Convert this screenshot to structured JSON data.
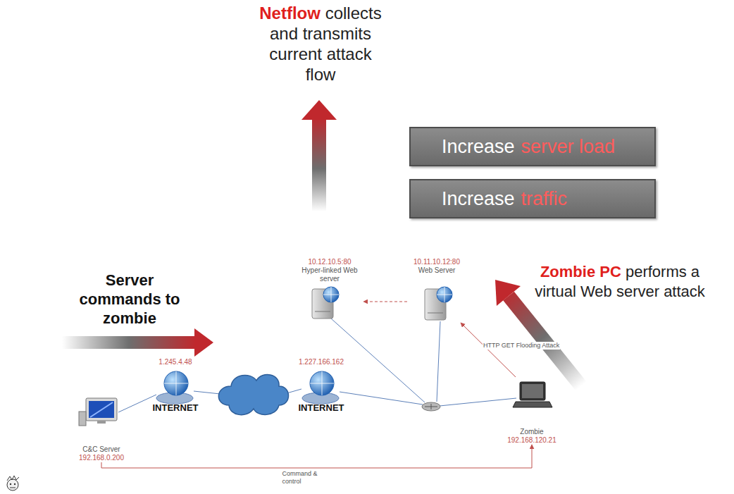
{
  "diagram": {
    "nodes": [
      {
        "text": [
          "Increase",
          "server load"
        ]
      },
      {
        "text": [
          "Increase",
          "traffic"
        ]
      },
      {
        "text": [
          "10.12.10.5:80",
          "Hyper-linked Web server"
        ]
      },
      {
        "text": [
          "10.11.10.12:80",
          "Web Server"
        ]
      },
      {
        "text": [
          "1.245.4.48",
          "INTERNET"
        ]
      },
      {
        "text": [
          "1.227.166.162",
          "INTERNET"
        ]
      },
      {
        "text": [
          "C&C Server",
          "192.168.0.200"
        ]
      },
      {
        "text": [
          "Zombie",
          "192.168.120.21"
        ]
      }
    ],
    "edges": [
      {
        "from": 3,
        "to": 2,
        "arrow": "to"
      },
      {
        "from": 7,
        "to": 3,
        "label": "HTTP GET Flooding Attack",
        "arrow": "to"
      },
      {
        "from": 6,
        "to": 7,
        "label": "Command & control",
        "arrow": "to"
      }
    ],
    "labels": [
      "Netflow",
      "collects and transmits current attack flow",
      "Server commands to zombie",
      "Zombie PC",
      "performs a virtual Web server attack"
    ]
  }
}
